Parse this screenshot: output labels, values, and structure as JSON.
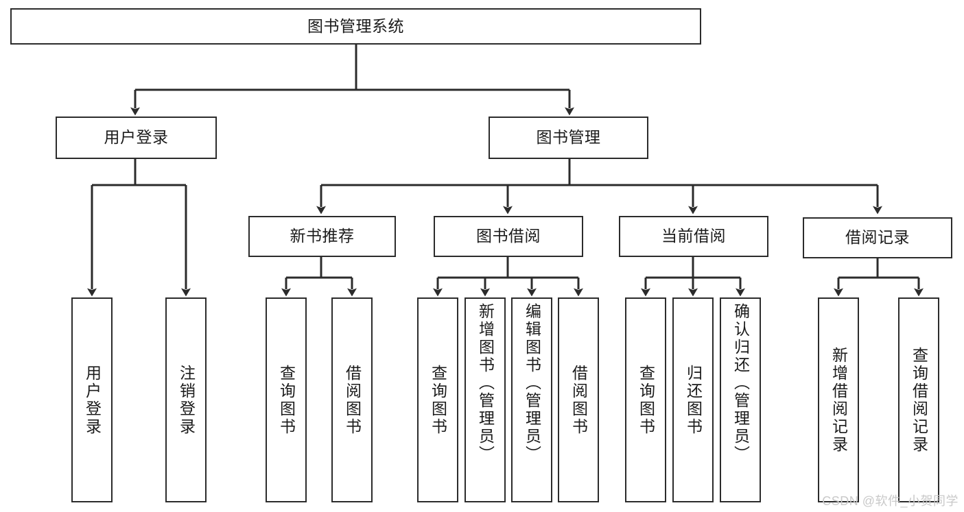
{
  "diagram": {
    "type": "tree-hierarchy",
    "title": "图书管理系统",
    "watermark": "CSDN @软件_小贺同学",
    "style": {
      "box_border_color": "#2b2b2b",
      "box_fill_color": "#ffffff",
      "connector_color": "#2b2b2b",
      "text_color": "#1b1b1b",
      "background_color": "#ffffff",
      "watermark_color": "#c9c9c9"
    },
    "nodes": {
      "root": {
        "id": "root",
        "label": "图书管理系统",
        "level": 1,
        "orientation": "horizontal"
      },
      "l2": [
        {
          "id": "user-login",
          "label": "用户登录",
          "level": 2,
          "orientation": "horizontal"
        },
        {
          "id": "book-manage",
          "label": "图书管理",
          "level": 2,
          "orientation": "horizontal"
        }
      ],
      "l3": [
        {
          "id": "new-book-recommend",
          "label": "新书推荐",
          "level": 3,
          "orientation": "horizontal",
          "parent": "book-manage"
        },
        {
          "id": "book-borrow",
          "label": "图书借阅",
          "level": 3,
          "orientation": "horizontal",
          "parent": "book-manage"
        },
        {
          "id": "current-borrow",
          "label": "当前借阅",
          "level": 3,
          "orientation": "horizontal",
          "parent": "book-manage"
        },
        {
          "id": "borrow-record",
          "label": "借阅记录",
          "level": 3,
          "orientation": "horizontal",
          "parent": "book-manage"
        }
      ],
      "leaves": [
        {
          "id": "leaf-user-login",
          "label": "用户登录",
          "orientation": "vertical",
          "parent": "user-login"
        },
        {
          "id": "leaf-user-logout",
          "label": "注销登录",
          "orientation": "vertical",
          "parent": "user-login"
        },
        {
          "id": "leaf-query-book-1",
          "label": "查询图书",
          "orientation": "vertical",
          "parent": "new-book-recommend"
        },
        {
          "id": "leaf-borrow-book-1",
          "label": "借阅图书",
          "orientation": "vertical",
          "parent": "new-book-recommend"
        },
        {
          "id": "leaf-query-book-2",
          "label": "查询图书",
          "orientation": "vertical",
          "parent": "book-borrow"
        },
        {
          "id": "leaf-add-book",
          "label": "新增图书（管理员）",
          "orientation": "vertical",
          "parent": "book-borrow"
        },
        {
          "id": "leaf-edit-book",
          "label": "编辑图书（管理员）",
          "orientation": "vertical",
          "parent": "book-borrow"
        },
        {
          "id": "leaf-borrow-book-2",
          "label": "借阅图书",
          "orientation": "vertical",
          "parent": "book-borrow"
        },
        {
          "id": "leaf-query-book-3",
          "label": "查询图书",
          "orientation": "vertical",
          "parent": "current-borrow"
        },
        {
          "id": "leaf-return-book",
          "label": "归还图书",
          "orientation": "vertical",
          "parent": "current-borrow"
        },
        {
          "id": "leaf-confirm-return",
          "label": "确认归还（管理员）",
          "orientation": "vertical",
          "parent": "current-borrow"
        },
        {
          "id": "leaf-add-record",
          "label": "新增借阅记录",
          "orientation": "vertical",
          "parent": "borrow-record"
        },
        {
          "id": "leaf-query-record",
          "label": "查询借阅记录",
          "orientation": "vertical",
          "parent": "borrow-record"
        }
      ]
    }
  }
}
